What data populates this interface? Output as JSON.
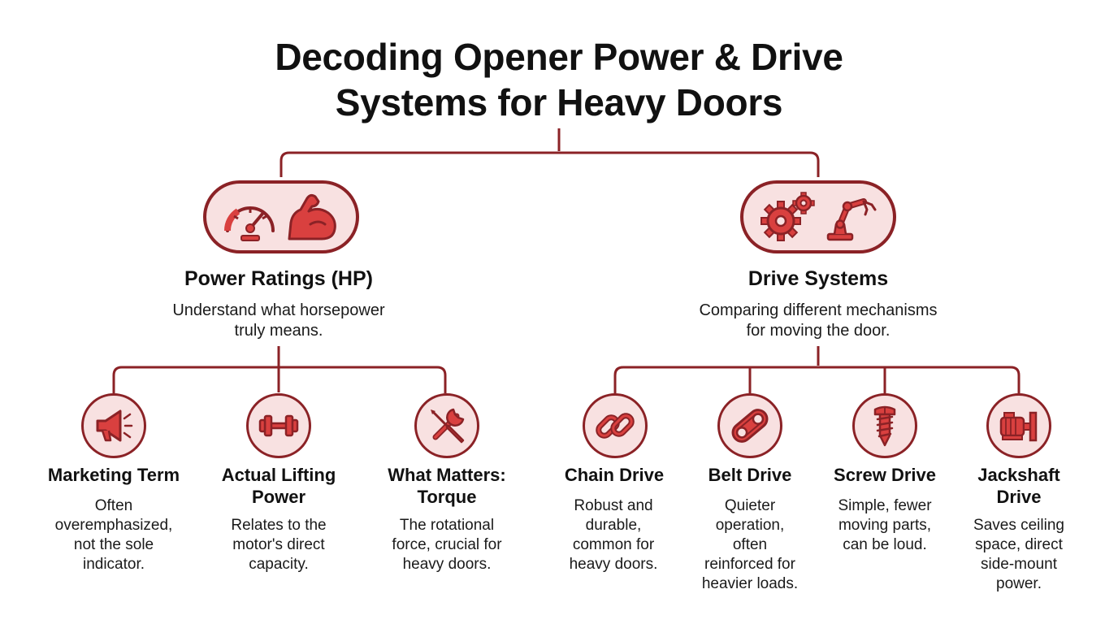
{
  "title": {
    "line1": "Decoding Opener Power & Drive",
    "line2": "Systems for Heavy Doors"
  },
  "categories": [
    {
      "title": "Power Ratings (HP)",
      "desc_lines": [
        "Understand what horsepower",
        "truly means."
      ],
      "icons": [
        "speedometer-icon",
        "flexed-arm-icon"
      ],
      "items": [
        {
          "title_lines": [
            "Marketing Term"
          ],
          "desc_lines": [
            "Often",
            "overemphasized,",
            "not the sole",
            "indicator."
          ],
          "icon": "megaphone-icon"
        },
        {
          "title_lines": [
            "Actual Lifting",
            "Power"
          ],
          "desc_lines": [
            "Relates to the",
            "motor's direct",
            "capacity."
          ],
          "icon": "dumbbell-icon"
        },
        {
          "title_lines": [
            "What Matters:",
            "Torque"
          ],
          "desc_lines": [
            "The rotational",
            "force, crucial for",
            "heavy doors."
          ],
          "icon": "wrench-screwdriver-icon"
        }
      ]
    },
    {
      "title": "Drive Systems",
      "desc_lines": [
        "Comparing different mechanisms",
        "for moving the door."
      ],
      "icons": [
        "gears-icon",
        "robot-arm-icon"
      ],
      "items": [
        {
          "title_lines": [
            "Chain Drive"
          ],
          "desc_lines": [
            "Robust and",
            "durable,",
            "common for",
            "heavy doors."
          ],
          "icon": "chain-link-icon"
        },
        {
          "title_lines": [
            "Belt Drive"
          ],
          "desc_lines": [
            "Quieter",
            "operation,",
            "often",
            "reinforced for",
            "heavier loads."
          ],
          "icon": "belt-icon"
        },
        {
          "title_lines": [
            "Screw Drive"
          ],
          "desc_lines": [
            "Simple, fewer",
            "moving parts,",
            "can be loud."
          ],
          "icon": "screw-icon"
        },
        {
          "title_lines": [
            "Jackshaft",
            "Drive"
          ],
          "desc_lines": [
            "Saves ceiling",
            "space, direct",
            "side-mount",
            "power."
          ],
          "icon": "motor-icon"
        }
      ]
    }
  ],
  "colors": {
    "accent": "#8b2226",
    "icon_fill": "#d9403f",
    "icon_dark": "#8b2226",
    "bubble": "#f8e1e1"
  }
}
